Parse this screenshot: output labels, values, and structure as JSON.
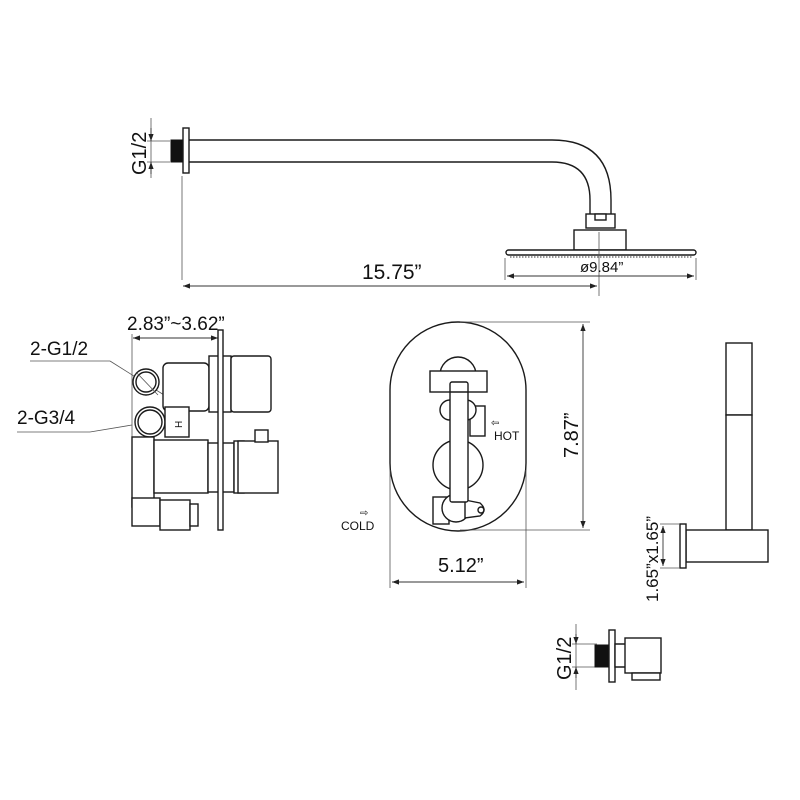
{
  "diagram": {
    "shower_arm": {
      "connection_label": "G1/2",
      "length_label": "15.75”",
      "head_diameter_label": "ø9.84”"
    },
    "valve_body": {
      "depth_label": "2.83”~3.62”",
      "port_small_label": "2-G1/2",
      "port_large_label": "2-G3/4",
      "hot_mark": "H"
    },
    "trim_plate": {
      "height_label": "7.87”",
      "width_label": "5.12”",
      "hot_label": "HOT",
      "cold_label": "COLD",
      "hot_arrow": "⇦",
      "cold_arrow": "⇨"
    },
    "hand_shower": {
      "bracket_label": "1.65”x1.65”"
    },
    "wall_outlet": {
      "connection_label": "G1/2"
    }
  }
}
